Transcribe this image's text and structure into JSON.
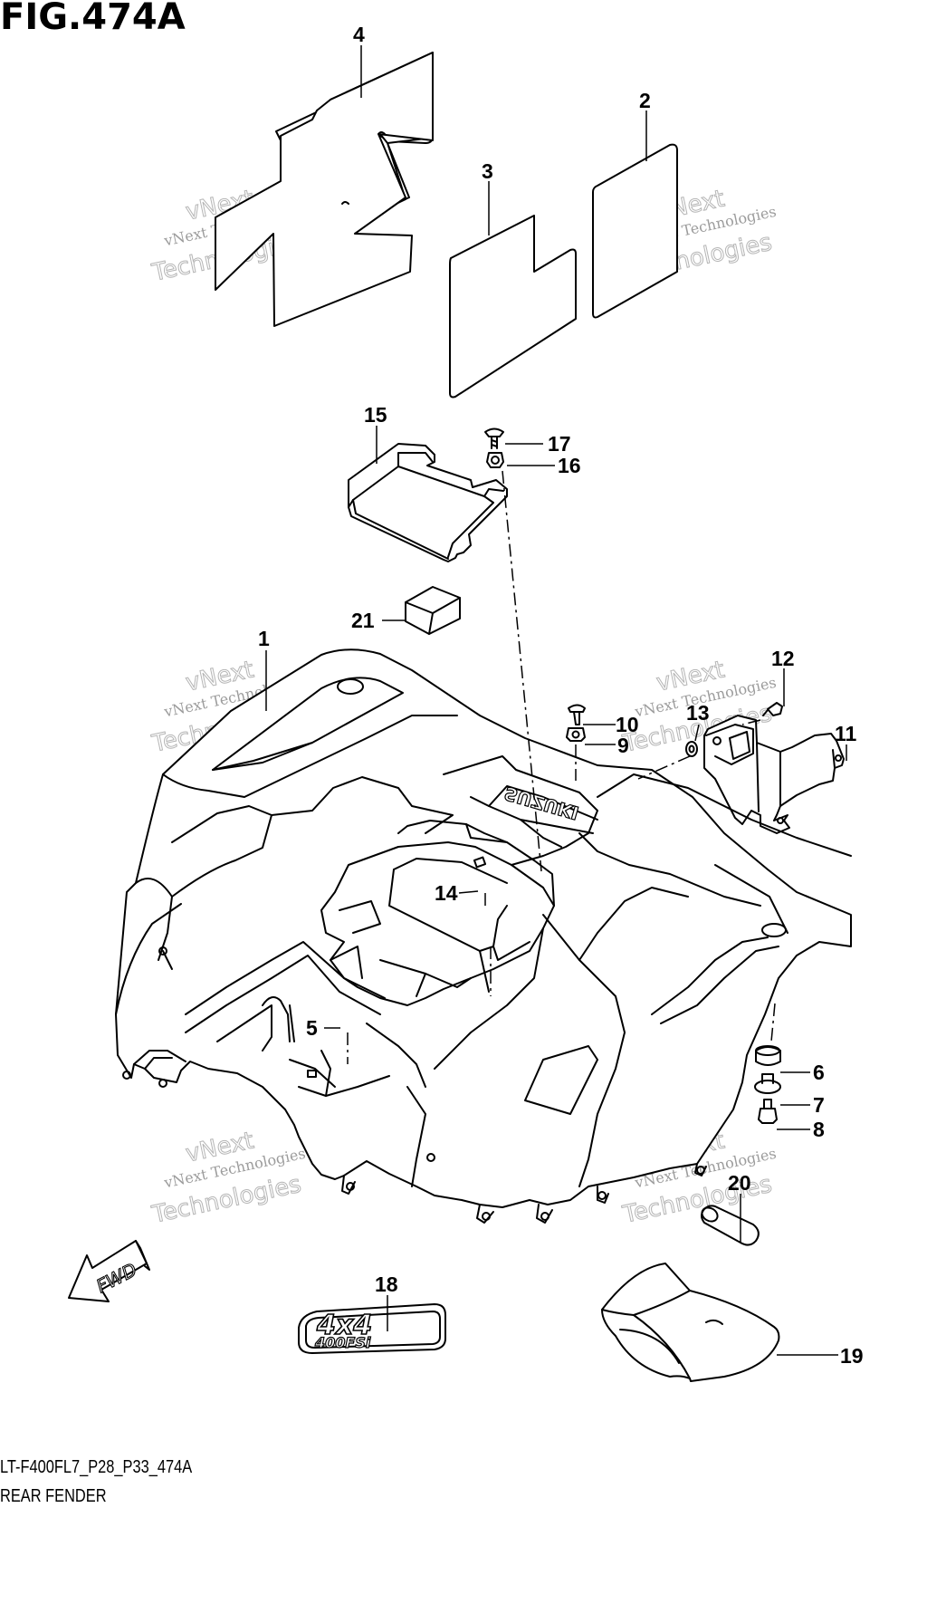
{
  "figure": {
    "title": "FIG.474A"
  },
  "callouts": [
    "1",
    "2",
    "3",
    "4",
    "5",
    "6",
    "7",
    "8",
    "9",
    "10",
    "11",
    "12",
    "13",
    "14",
    "15",
    "16",
    "17",
    "18",
    "19",
    "20",
    "21"
  ],
  "watermark": {
    "line1": "vNext Technologies",
    "line2": "vNext",
    "line3": "Technologies"
  },
  "logos": {
    "fwd": "FWD",
    "emblem_top": "4x4",
    "emblem_bottom": "400FSi",
    "fender_brand": "SUZUKI"
  },
  "footer": {
    "code": "LT-F400FL7_P28_P33_474A",
    "name": "REAR FENDER"
  }
}
